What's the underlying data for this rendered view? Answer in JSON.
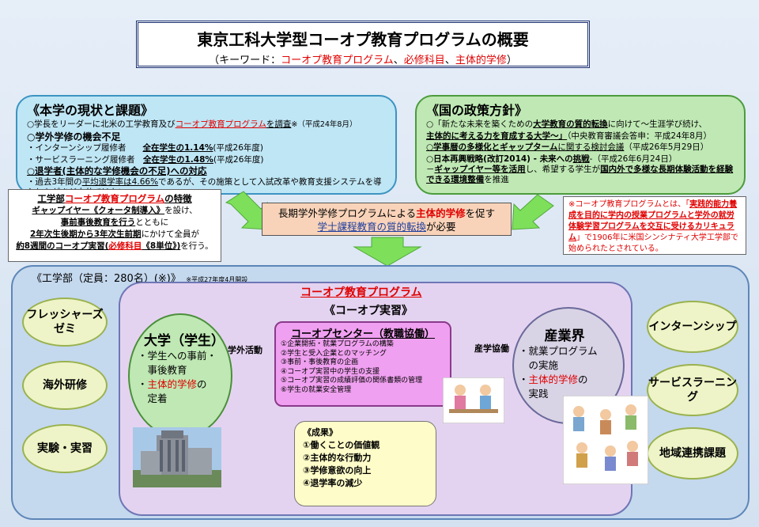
{
  "title": "東京工科大学型コーオプ教育プログラムの概要",
  "subtitle": {
    "open": "（キーワード：",
    "k1": "コーオプ教育プログラム",
    "sep1": "、",
    "k2": "必修科目",
    "sep2": "、",
    "k3": "主体的学修",
    "close": "）"
  },
  "status": {
    "heading": "《本学の現状と課題》",
    "l1a": "○学長をリーダーに北米の工学教育及び",
    "l1b": "コーオプ教育プログラム",
    "l1c": "を調査",
    "l1d": "※（平成24年8月）",
    "l2": "○学外学修の機会不足",
    "l3a": "・インターンシップ履修者　　",
    "l3b": "全在学生の1.14%",
    "l3c": "(平成26年度)",
    "l4a": "・サービスラーニング履修者　",
    "l4b": "全在学生の1.48%",
    "l4c": "(平成26年度)",
    "l5": "○退学者(主体的な学修機会の不足)への対応",
    "l6a": "・過去3年間の",
    "l6b": "平均退学率は4.66%",
    "l6c": "であるが、その施策として入試改革や教育支援システムを導入したがまだ十分ではない"
  },
  "policy": {
    "heading": "《国の政策方針》",
    "l1a": "○「新たな未来を築くための",
    "l1b": "大学教育の質的転換",
    "l1c": "に向けて～生涯学び続け、",
    "l2a": "主体的に考える力を育成する大学～」",
    "l2b": "（中央教育審議会答申：平成24年8月）",
    "l3a": "○学事暦の多様化とギャップターム",
    "l3b": "に関する検討会議",
    "l3c": "（平成26年5月29日）",
    "l4a": "○日本再興戦略(改訂2014) - 未来への",
    "l4b": "挑戦",
    "l4c": "-（平成26年6月24日）",
    "l5a": "－",
    "l5b": "ギャップイヤー等を活用",
    "l5c": "し、希望する学生が",
    "l5d": "国内外で多様な長期体験活動を経験できる環境整備",
    "l5e": "を推進"
  },
  "dept_box": {
    "h1": "工学部",
    "h2": "コーオプ教育プログラム",
    "h3": "の特徴",
    "p1a": "ギャップイヤー《クォータ制導入》",
    "p1b": "を設け、",
    "p2a": "事前事後教育を行う",
    "p2b": "とともに",
    "p3a": "2年次生後期から3年次生前期",
    "p3b": "にかけて全員が",
    "p4a": "約8週間のコーオプ実習(",
    "p4b": "必修科目",
    "p4c": "《8単位》",
    "p4d": ")",
    "p4e": "を行う。"
  },
  "center_box": {
    "l1a": "長期学外学修プログラム",
    "l1b": "による",
    "l1c": "主体的学修",
    "l1d": "を促す",
    "l2a": "学士課程教育の質的転換",
    "l2b": "が必要"
  },
  "note_box": {
    "a": "※コーオプ教育プログラム",
    "b": "とは、「",
    "c": "実践的能力養成を目的に学内の授業プログラムと学外の就労体験学習プログラムを交互に受けるカリキュラム",
    "d": "」で1906年に米国シンシナティ大学工学部で始められたとされている。"
  },
  "lower": {
    "title": "《工学部（定員：280名）(※)》",
    "note": "※平成27年度4月開設",
    "left": [
      "フレッシャーズゼミ",
      "海外研修",
      "実験・実習"
    ],
    "right": [
      "インターンシップ",
      "サービスラーニング",
      "地域連携課題"
    ]
  },
  "coop": {
    "title": "コーオプ教育プログラム",
    "subtitle": "《コーオプ実習》",
    "link_left": "学外活動",
    "link_right": "産学協働",
    "center_title": "コーオプセンター（教職協働）",
    "center_items": [
      "①企業開拓・就業プログラムの構築",
      "②学生と受入企業とのマッチング",
      "③事前・事後教育の企画",
      "④コーオプ実習中の学生の支援",
      "⑤コーオプ実習の成績評価の関係書類の管理",
      "⑥学生の就業安全管理"
    ]
  },
  "univ": {
    "title": "大学（学生）",
    "b1": "・学生への事前・",
    "b1b": "　事後教育",
    "b2a": "・",
    "b2b": "主体的学修",
    "b2c": "の",
    "b2d": "　定着"
  },
  "industry": {
    "title": "産業界",
    "b1": "・就業プログラム",
    "b1b": "　の実施",
    "b2a": "・",
    "b2b": "主体的学修",
    "b2c": "の",
    "b2d": "　実践"
  },
  "outcomes": {
    "title": "《成果》",
    "items": [
      "①働くことの価値観",
      "②主体的な行動力",
      "③学修意欲の向上",
      "④退学率の減少"
    ]
  },
  "colors": {
    "red": "#e00000",
    "blue": "#1f3f9f",
    "arrow": "#7ee05a"
  }
}
